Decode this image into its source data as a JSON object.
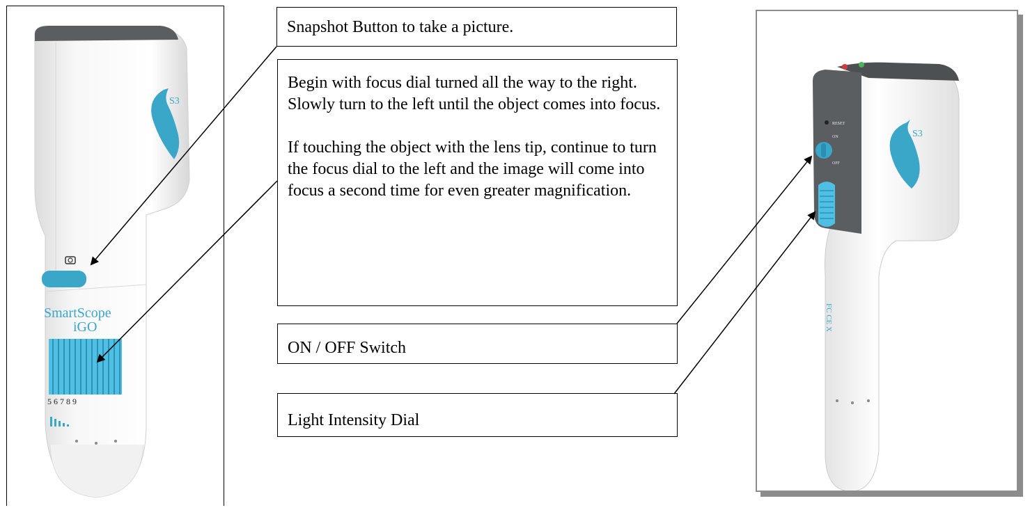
{
  "callouts": {
    "snapshot": "Snapshot Button to take a picture.",
    "focus_p1": "Begin with focus dial turned all the way to the right.  Slowly turn to the left until the object comes into focus.",
    "focus_p2": "If touching the object with the lens tip, continue to turn the focus dial to the left and the image will come into focus a second time for even greater magnification.",
    "on_off": "ON / OFF Switch",
    "light": "Light Intensity Dial"
  },
  "device_front": {
    "brand_line1": "SmartScope",
    "brand_line2": "iGO",
    "dial_scale": "5 6 7 8   9",
    "logo": "S3"
  },
  "device_side": {
    "reset_label": "RESET",
    "on_label": "ON",
    "off_label": "OFF",
    "logo": "S3"
  },
  "colors": {
    "accent": "#3aa7c9",
    "dial": "#4fc0e3",
    "body": "#f4f4f4",
    "cap": "#5b5e60",
    "frame_shadow": "#8c8c8c"
  }
}
